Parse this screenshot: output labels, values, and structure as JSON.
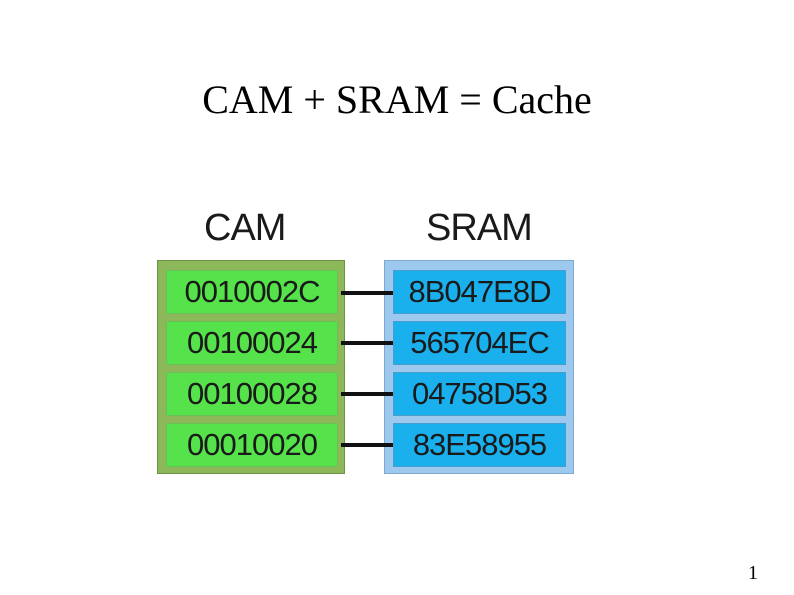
{
  "slide": {
    "title": "CAM + SRAM = Cache",
    "page_number": "1"
  },
  "diagram": {
    "cam": {
      "label": "CAM",
      "entries": [
        "0010002C",
        "00100024",
        "00100028",
        "00010020"
      ]
    },
    "sram": {
      "label": "SRAM",
      "entries": [
        "8B047E8D",
        "565704EC",
        "04758D53",
        "83E58955"
      ]
    },
    "colors": {
      "cam_panel": "#8cb85a",
      "cam_cell": "#55e24a",
      "sram_panel": "#9ec9ef",
      "sram_cell": "#1ab0ee",
      "connector": "#111111"
    }
  }
}
